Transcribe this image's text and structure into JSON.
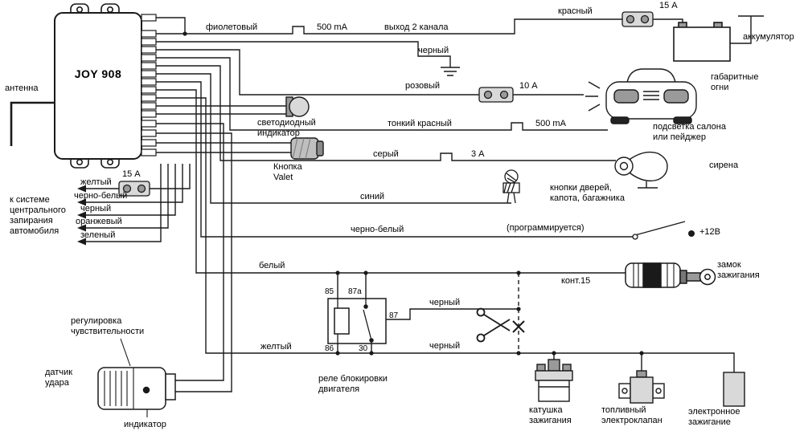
{
  "unit": {
    "title": "JOY 908"
  },
  "labels": {
    "antenna": "антенна",
    "violet": "фиолетовый",
    "ma500_out": "500 mA",
    "channel2": "выход 2 канала",
    "red": "красный",
    "fuse15_top": "15 А",
    "battery": "аккумулятор",
    "black_top": "черный",
    "pink": "розовый",
    "fuse10": "10 А",
    "parking_lights": "габаритные\nогни",
    "thin_red": "тонкий красный",
    "ma500_light": "500 mA",
    "salon": "подсветка салона\nили пейджер",
    "gray": "серый",
    "a3": "3 А",
    "siren": "сирена",
    "blue": "синий",
    "buttons": "кнопки дверей,\nкапота, багажника",
    "black_white": "черно-белый",
    "programmable": "(программируется)",
    "plus12": "+12В",
    "white": "белый",
    "kont15": "конт.15",
    "lock": "замок\nзажигания",
    "led": "светодиодный\nиндикатор",
    "valet": "Кнопка\nValet",
    "fuse15_left": "15 А",
    "yellow_left": "желтый",
    "black_white_left": "черно-белый",
    "black_left": "черный",
    "orange_left": "оранжевый",
    "green_left": "зеленый",
    "central_locking": "к системе\nцентрального\nзапирания\nавтомобиля",
    "yellow_bottom": "желтый",
    "black_mid": "черный",
    "black_bottom": "черный",
    "relay": "реле блокировки\nдвигателя",
    "pin85": "85",
    "pin87a": "87a",
    "pin87": "87",
    "pin86": "86",
    "pin30": "30",
    "coil": "катушка\nзажигания",
    "fuel_valve": "топливный\nэлектроклапан",
    "electronic_ignition": "электронное\nзажигание",
    "sensitivity": "регулировка\nчувствительности",
    "shock_sensor": "датчик\nудара",
    "indicator": "индикатор"
  },
  "colors": {
    "wire": "#1a1a1a",
    "fill_light": "#d9d9d9",
    "fill_mid": "#9a9a9a",
    "fill_dark": "#222222"
  }
}
